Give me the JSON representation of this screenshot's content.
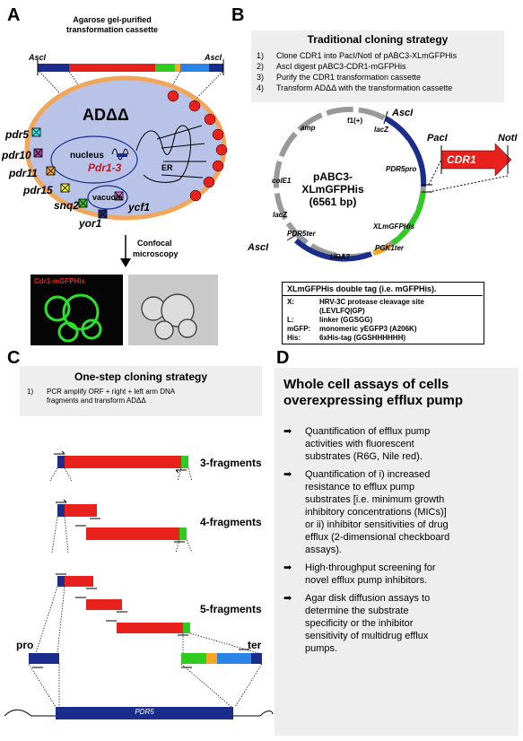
{
  "panels": {
    "a": "A",
    "b": "B",
    "c": "C",
    "d": "D"
  },
  "panel_a": {
    "cassette_title_1": "Agarose gel-purified",
    "cassette_title_2": "transformation cassette",
    "ascl_left": "AscI",
    "ascl_right": "AscI",
    "strain": "ADΔΔ",
    "nucleus": "nucleus",
    "pdr13": "Pdr1-3",
    "er": "ER",
    "vacuole": "vacuole",
    "genes": [
      "pdr5",
      "pdr10",
      "pdr11",
      "pdr15",
      "snq2",
      "yor1",
      "ycf1"
    ],
    "confocal_1": "Confocal",
    "confocal_2": "microscopy",
    "micro_label": "Cdr1-mGFPHis"
  },
  "panel_b": {
    "title": "Traditional cloning strategy",
    "steps": [
      {
        "n": "1)",
        "t": "Clone CDR1 into PacI/NotI of pABC3-XLmGFPHis"
      },
      {
        "n": "2)",
        "t": "AscI digest pABC3-CDR1-mGFPHis"
      },
      {
        "n": "3)",
        "t": "Purify the CDR1 transformation cassette"
      },
      {
        "n": "4)",
        "t": "Transform ADΔΔ with the transformation cassette"
      }
    ],
    "plasmid_name_1": "pABC3-",
    "plasmid_name_2": "XLmGFPHis",
    "plasmid_size": "(6561 bp)",
    "features": {
      "f1": "f1(+)",
      "ascl_top": "AscI",
      "lacz_top": "lacZ",
      "amp": "amp",
      "cole1": "colE1",
      "pdr5pro": "PDR5pro",
      "lacz_bot": "lacZ",
      "xlmgfphis": "XLmGFPHis",
      "ascl_bot": "AscI",
      "pdr5ter": "PDR5ter",
      "pgk1ter": "PGK1ter",
      "ura3": "URA3"
    },
    "pacl": "PacI",
    "notl": "NotI",
    "cdr1": "CDR1",
    "tag_title": "XLmGFPHis double tag (i.e. mGFPHis).",
    "tag_rows": [
      {
        "k": "X:",
        "v": "HRV-3C protease cleavage site"
      },
      {
        "k": "",
        "v": "(LEVLFQ|GP)"
      },
      {
        "k": "L:",
        "v": "linker (GGSGG)"
      },
      {
        "k": "mGFP:",
        "v": "monomeric yEGFP3 (A206K)"
      },
      {
        "k": "His:",
        "v": "6xHis-tag (GGSHHHHHH)"
      }
    ]
  },
  "panel_c": {
    "title": "One-step cloning strategy",
    "step_n": "1)",
    "step_1": "PCR amplify ORF + right + left arm DNA",
    "step_2": "fragments and transform ADΔΔ",
    "frag3": "3-fragments",
    "frag4": "4-fragments",
    "frag5": "5-fragments",
    "pro": "pro",
    "ter": "ter",
    "pdr5": "PDR5"
  },
  "panel_d": {
    "title_1": "Whole cell assays of cells",
    "title_2": "overexpressing efflux pump",
    "items": [
      [
        "Quantification of efflux pump",
        "activities with fluorescent",
        "substrates (R6G, Nile red)."
      ],
      [
        "Quantification of i) increased",
        "resistance to efflux pump",
        "substrates [i.e. minimum growth",
        "inhibitory concentrations (MICs)]",
        "or ii) inhibitor sensitivities of drug",
        "efflux (2-dimensional checkboard",
        "assays)."
      ],
      [
        "High-throughput screening for",
        "novel efflux pump inhibitors."
      ],
      [
        "Agar disk diffusion assays to",
        "determine the substrate",
        "specificity or the inhibitor",
        "sensitivity of multidrug efflux",
        "pumps."
      ]
    ]
  },
  "colors": {
    "blue": "#1a2d8c",
    "red": "#e8211c",
    "green": "#2ecc1e",
    "orange": "#f5a623",
    "lightblue": "#2a86e6",
    "cell": "#b9c3e8",
    "cellborder": "#f2a65a",
    "gray": "#999999",
    "panelgray": "#eeeeee"
  }
}
